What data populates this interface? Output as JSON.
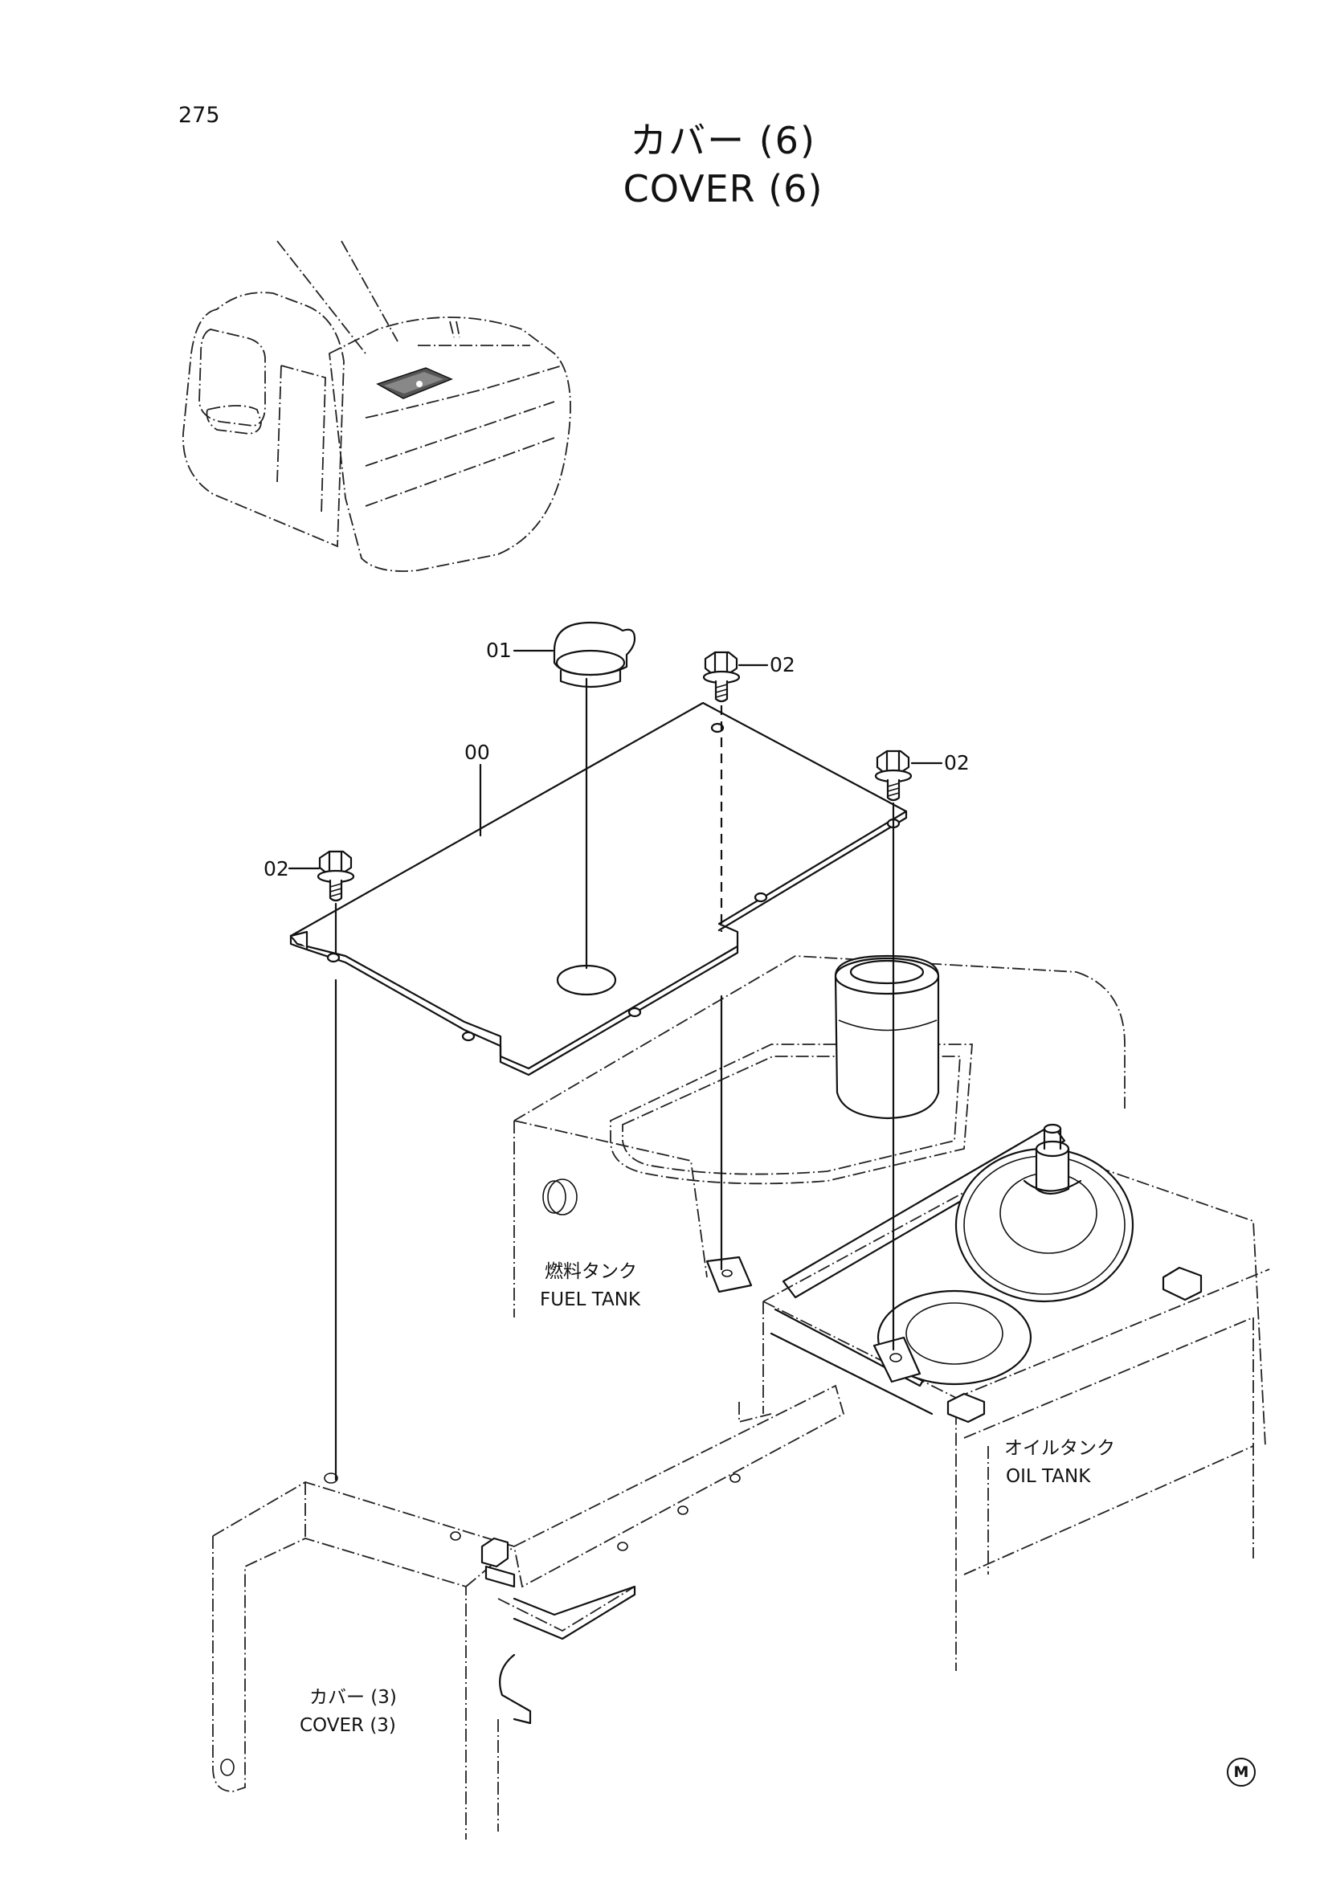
{
  "page_number": "275",
  "title": {
    "japanese": "カバー (6)",
    "english": "COVER (6)"
  },
  "callouts": {
    "part_00": "00",
    "part_01": "01",
    "part_02_top": "02",
    "part_02_right": "02",
    "part_02_left": "02"
  },
  "labels": {
    "fuel_tank_jp": "燃料タンク",
    "fuel_tank_en": "FUEL TANK",
    "oil_tank_jp": "オイルタンク",
    "oil_tank_en": "OIL TANK",
    "cover3_jp": "カバー (3)",
    "cover3_en": "COVER (3)"
  },
  "corner_mark": "M",
  "colors": {
    "line": "#111111",
    "background": "#ffffff"
  }
}
